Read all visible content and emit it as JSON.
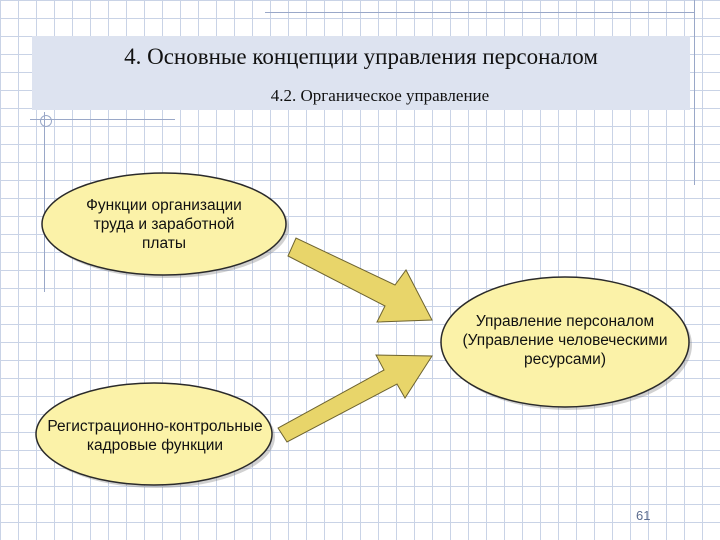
{
  "slide": {
    "title": "4. Основные концепции управления персоналом",
    "subtitle": "4.2. Органическое управление",
    "page_number": "61"
  },
  "nodes": {
    "top_left": "Функции организации труда и заработной платы",
    "right": "Управление персоналом (Управление человеческими ресурсами)",
    "bottom_left": "Регистрационно-контрольные кадровые функции"
  },
  "colors": {
    "ellipse_fill": "#fbf2a8",
    "ellipse_stroke": "#2a2a2a",
    "arrow_fill": "#e8d56a",
    "title_band": "#dde3f0",
    "grid": "#c9d3e6"
  }
}
